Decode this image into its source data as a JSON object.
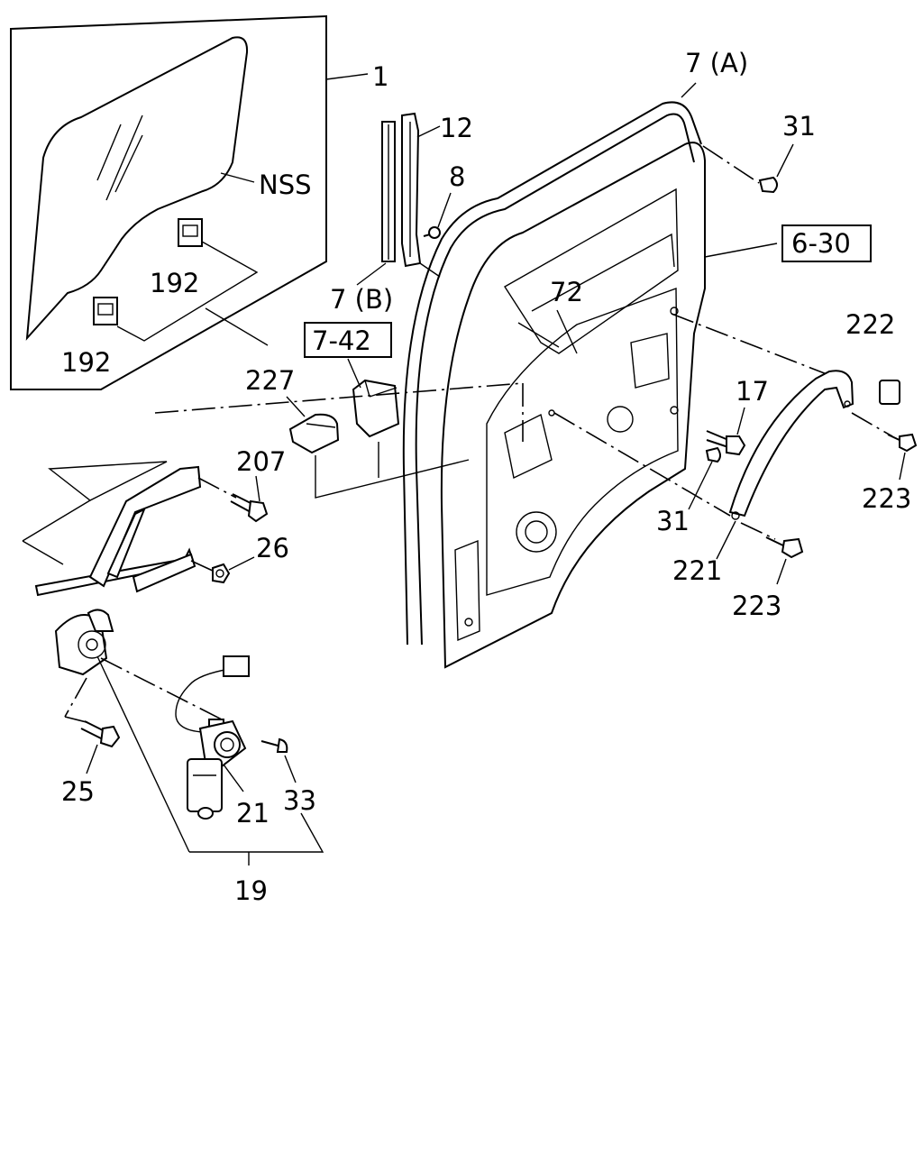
{
  "diagram": {
    "labels": {
      "glass": "1",
      "nss": "NSS",
      "clip_upper": "192",
      "clip_lower": "192",
      "channel": "12",
      "screw_8": "8",
      "run_b": "7 (B)",
      "weatherstrip_a": "7 (A)",
      "clip_31_top": "31",
      "ref_630": "6-30",
      "ref_742": "7-42",
      "cover_227": "227",
      "panel_72": "72",
      "cap_222": "222",
      "bolt_17": "17",
      "clip_31_mid": "31",
      "screw_223_right": "223",
      "screw_223_low": "223",
      "moulding_221": "221",
      "bolt_207": "207",
      "nut_26": "26",
      "bolt_25": "25",
      "motor_21": "21",
      "screw_33": "33",
      "regulator_19": "19"
    }
  }
}
